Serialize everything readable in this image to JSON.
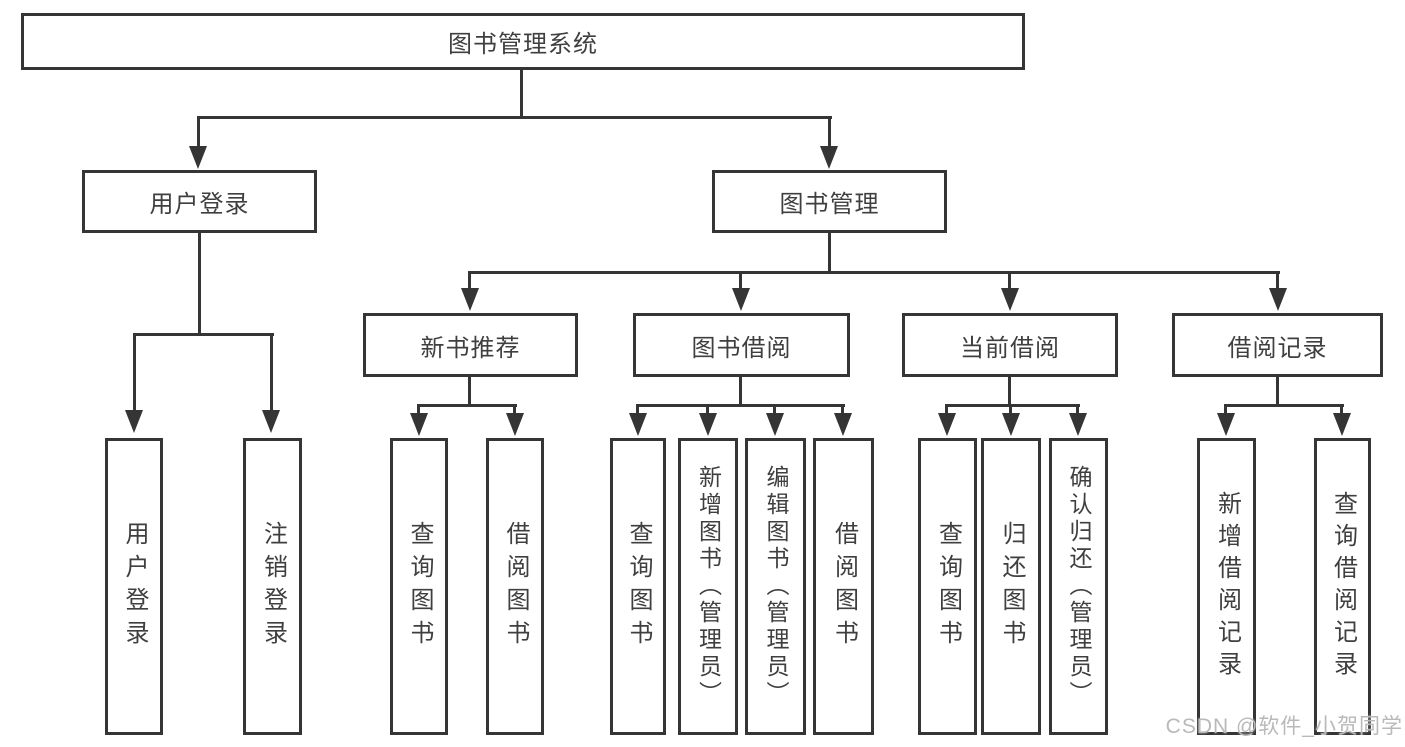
{
  "diagram": {
    "root": {
      "label": "图书管理系统"
    },
    "level2": [
      {
        "label": "用户登录"
      },
      {
        "label": "图书管理"
      }
    ],
    "level3": [
      {
        "label": "新书推荐"
      },
      {
        "label": "图书借阅"
      },
      {
        "label": "当前借阅"
      },
      {
        "label": "借阅记录"
      }
    ],
    "leaves": {
      "user_login": [
        "用户登录",
        "注销登录"
      ],
      "new_book": [
        "查询图书",
        "借阅图书"
      ],
      "book_borrow": [
        "查询图书",
        "新增图书（管理员）",
        "编辑图书（管理员）",
        "借阅图书"
      ],
      "current_borrow": [
        "查询图书",
        "归还图书",
        "确认归还（管理员）"
      ],
      "borrow_record": [
        "新增借阅记录",
        "查询借阅记录"
      ]
    }
  },
  "watermark": {
    "text": "CSDN @软件_小贺同学"
  },
  "colors": {
    "line": "#353535",
    "text": "#3f3f3f",
    "watermark": "#b9b9b9",
    "background": "#ffffff"
  }
}
